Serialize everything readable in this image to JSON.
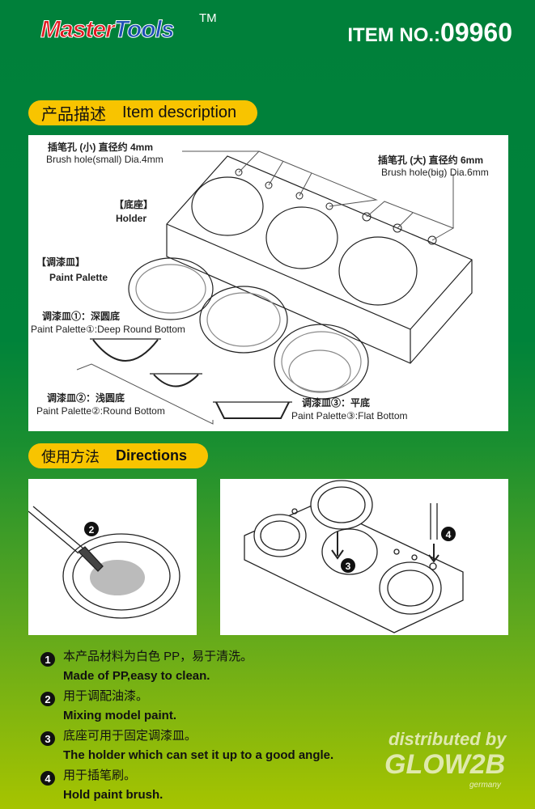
{
  "header": {
    "logo_master": "Master",
    "logo_tools": "Tools",
    "trademark": "TM",
    "item_label": "ITEM NO.:",
    "item_number": "09960"
  },
  "description": {
    "title_cn": "产品描述",
    "title_en": "Item description",
    "labels": {
      "small_hole_cn": "插笔孔 (小) 直径约 4mm",
      "small_hole_en": "Brush hole(small) Dia.4mm",
      "big_hole_cn": "插笔孔 (大) 直径约 6mm",
      "big_hole_en": "Brush hole(big) Dia.6mm",
      "holder_cn": "【底座】",
      "holder_en": "Holder",
      "palette_cn": "【调漆皿】",
      "palette_en": "Paint Palette",
      "p1_cn": "调漆皿①：深圆底",
      "p1_en": "Paint Palette①:Deep Round Bottom",
      "p2_cn": "调漆皿②：浅圆底",
      "p2_en": "Paint Palette②:Round Bottom",
      "p3_cn": "调漆皿③：平底",
      "p3_en": "Paint Palette③:Flat Bottom"
    }
  },
  "directions": {
    "title_cn": "使用方法",
    "title_en": "Directions",
    "steps": [
      {
        "num": "1",
        "cn": "本产品材料为白色 PP，易于清洗。",
        "en": "Made of PP,easy to clean."
      },
      {
        "num": "2",
        "cn": "用于调配油漆。",
        "en": "Mixing model paint."
      },
      {
        "num": "3",
        "cn": "底座可用于固定调漆皿。",
        "en": "The holder which can set it up to a good angle."
      },
      {
        "num": "4",
        "cn": "用于插笔刷。",
        "en": "Hold paint brush."
      }
    ]
  },
  "distributor": {
    "line1": "distributed by",
    "brand": "GLOW2B",
    "country": "germany"
  },
  "colors": {
    "green": "#00803a",
    "yellow": "#f8c400",
    "lime": "#a6c400"
  }
}
